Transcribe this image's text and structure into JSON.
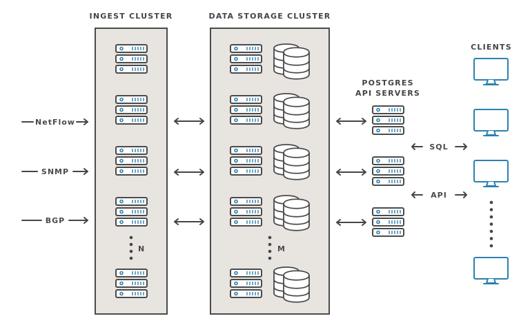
{
  "diagram": {
    "ingest_cluster": {
      "title": "INGEST CLUSTER",
      "server_groups": 5,
      "count_label": "N"
    },
    "storage_cluster": {
      "title": "DATA STORAGE CLUSTER",
      "server_groups": 5,
      "count_label": "M"
    },
    "api_servers": {
      "title_line1": "POSTGRES",
      "title_line2": "API SERVERS",
      "count": 3
    },
    "clients": {
      "title": "CLIENTS",
      "count": 4
    },
    "inputs": [
      {
        "label": "NetFlow"
      },
      {
        "label": "SNMP"
      },
      {
        "label": "BGP"
      }
    ],
    "protocols": [
      {
        "label": "SQL"
      },
      {
        "label": "API"
      }
    ],
    "colors": {
      "accent": "#2a80b0",
      "outline": "#4a4a4a",
      "cluster_fill": "#e8e4e0"
    }
  }
}
